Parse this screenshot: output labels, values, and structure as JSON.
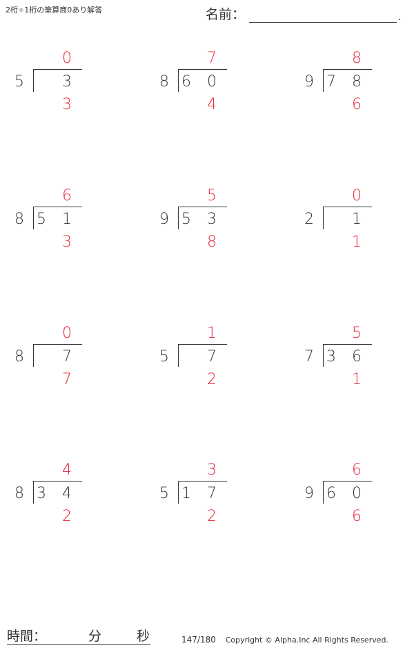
{
  "header": {
    "title": "2桁÷1桁の筆算商0あり解答",
    "name_label": "名前：",
    "name_terminator": "."
  },
  "colors": {
    "answer": "#e8263a",
    "ink": "#333333"
  },
  "problems": [
    {
      "divisor": "5",
      "tens": "",
      "ones": "3",
      "quotient": "0",
      "remainder": "3"
    },
    {
      "divisor": "8",
      "tens": "6",
      "ones": "0",
      "quotient": "7",
      "remainder": "4"
    },
    {
      "divisor": "9",
      "tens": "7",
      "ones": "8",
      "quotient": "8",
      "remainder": "6"
    },
    {
      "divisor": "8",
      "tens": "5",
      "ones": "1",
      "quotient": "6",
      "remainder": "3"
    },
    {
      "divisor": "9",
      "tens": "5",
      "ones": "3",
      "quotient": "5",
      "remainder": "8"
    },
    {
      "divisor": "2",
      "tens": "",
      "ones": "1",
      "quotient": "0",
      "remainder": "1"
    },
    {
      "divisor": "8",
      "tens": "",
      "ones": "7",
      "quotient": "0",
      "remainder": "7"
    },
    {
      "divisor": "5",
      "tens": "",
      "ones": "7",
      "quotient": "1",
      "remainder": "2"
    },
    {
      "divisor": "7",
      "tens": "3",
      "ones": "6",
      "quotient": "5",
      "remainder": "1"
    },
    {
      "divisor": "8",
      "tens": "3",
      "ones": "4",
      "quotient": "4",
      "remainder": "2"
    },
    {
      "divisor": "5",
      "tens": "1",
      "ones": "7",
      "quotient": "3",
      "remainder": "2"
    },
    {
      "divisor": "9",
      "tens": "6",
      "ones": "0",
      "quotient": "6",
      "remainder": "6"
    }
  ],
  "footer": {
    "time_label": "時間：",
    "minutes_label": "分",
    "seconds_label": "秒",
    "page": "147/180",
    "copyright": "Copyright © Alpha.Inc All Rights Reserved."
  }
}
